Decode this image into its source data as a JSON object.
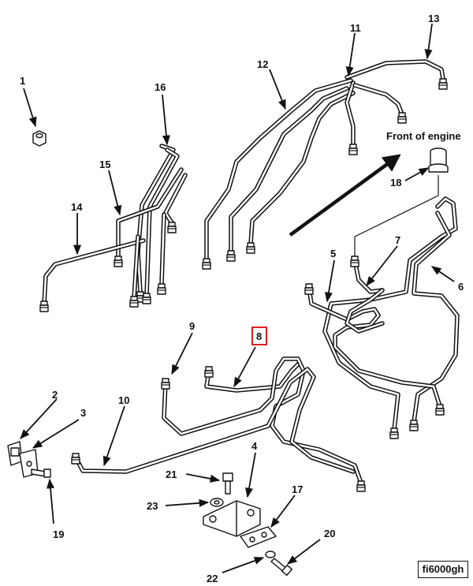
{
  "figure_id": "fi6000gh",
  "front_label": "Front of engine",
  "callouts": {
    "c1": "1",
    "c2": "2",
    "c3": "3",
    "c4": "4",
    "c5": "5",
    "c6": "6",
    "c7": "7",
    "c8": "8",
    "c9": "9",
    "c10": "10",
    "c11": "11",
    "c12": "12",
    "c13": "13",
    "c14": "14",
    "c15": "15",
    "c16": "16",
    "c17": "17",
    "c18": "18",
    "c19": "19",
    "c20": "20",
    "c21": "21",
    "c22": "22",
    "c23": "23"
  },
  "highlighted_callout": "8",
  "highlight_color": "#e0201b"
}
